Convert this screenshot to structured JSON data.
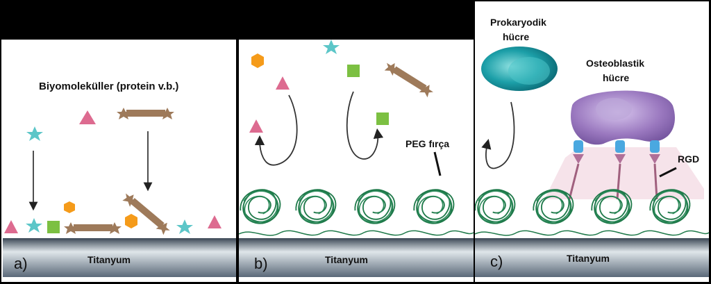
{
  "panel_a": {
    "letter": "a)",
    "title": "Biyomoleküller (protein v.b.)",
    "substrate": "Titanyum"
  },
  "panel_b": {
    "letter": "b)",
    "brush_label": "PEG fırça",
    "substrate": "Titanyum"
  },
  "panel_c": {
    "letter": "c)",
    "prokaryotic_line1": "Prokaryodik",
    "prokaryotic_line2": "hücre",
    "osteoblast_line1": "Osteoblastik",
    "osteoblast_line2": "hücre",
    "rgd_label": "RGD",
    "substrate": "Titanyum"
  },
  "colors": {
    "triangle": "#dd6b90",
    "star": "#5cc6c8",
    "square": "#7cc042",
    "hexagon": "#f59b1a",
    "rod": "#9e7a5a",
    "coil": "#1f7a4a",
    "prokaryote": "#1c9fa8",
    "osteoblast": "#9a78bf"
  }
}
